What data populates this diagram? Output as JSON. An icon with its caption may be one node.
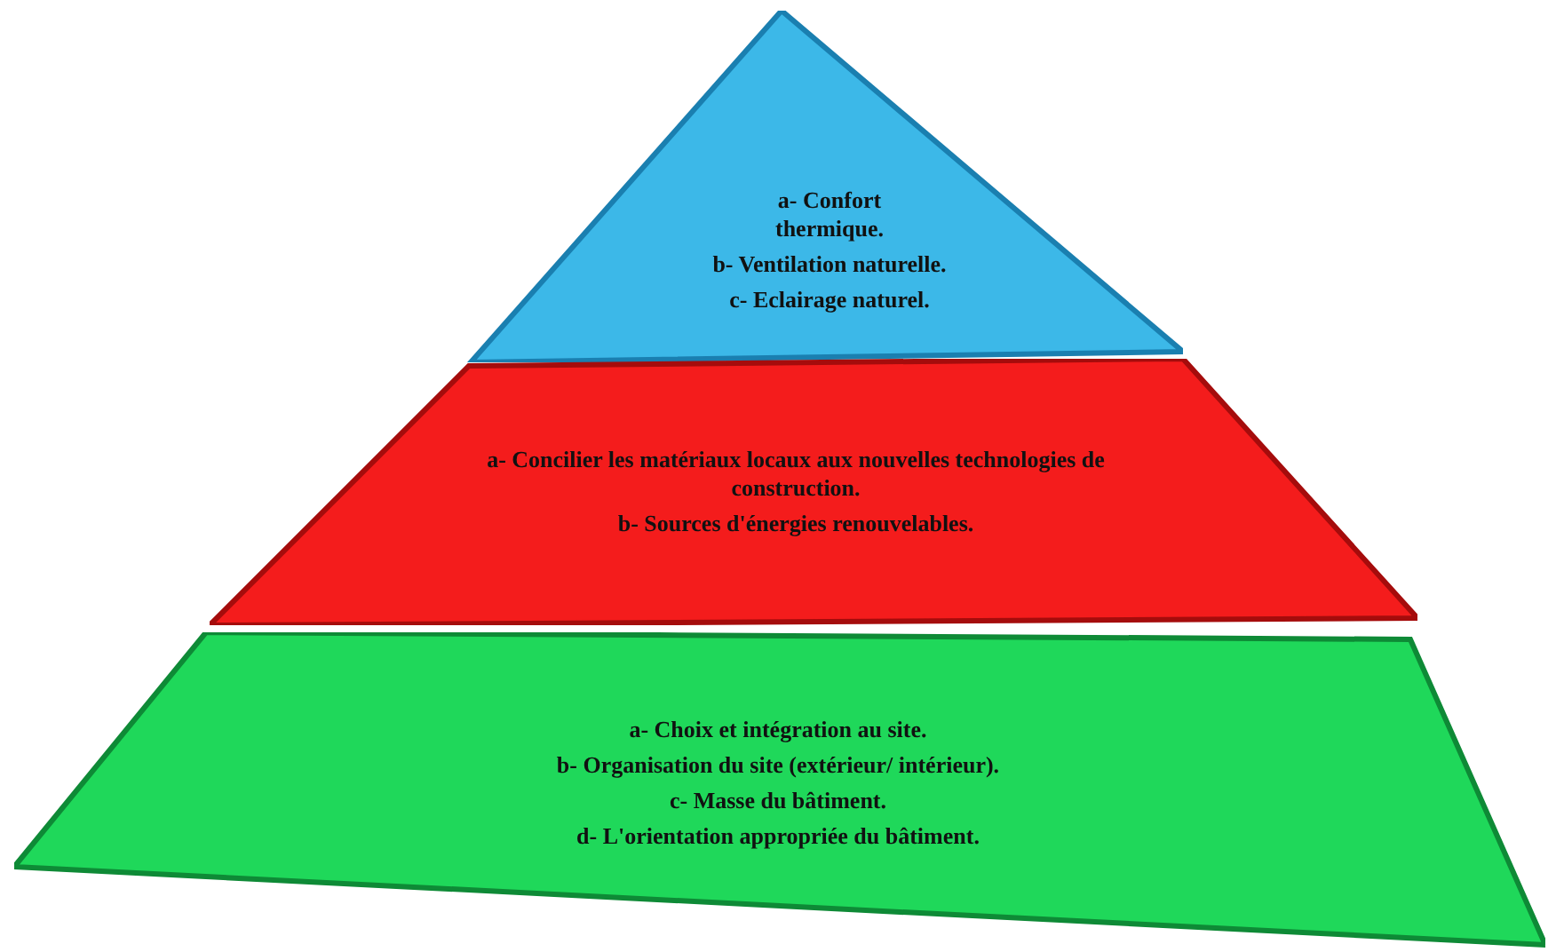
{
  "diagram": {
    "nodes": [
      {
        "text": [
          "a- Confort thermique.",
          "b- Ventilation naturelle.",
          "c- Eclairage naturel."
        ]
      },
      {
        "text": [
          "a- Concilier les matériaux locaux aux nouvelles technologies de construction.",
          "b- Sources d'énergies renouvelables."
        ]
      },
      {
        "text": [
          "a- Choix et intégration au site.",
          "b- Organisation du site (extérieur/ intérieur).",
          "c- Masse du bâtiment.",
          "d- L'orientation appropriée du bâtiment."
        ]
      }
    ],
    "edges": []
  }
}
